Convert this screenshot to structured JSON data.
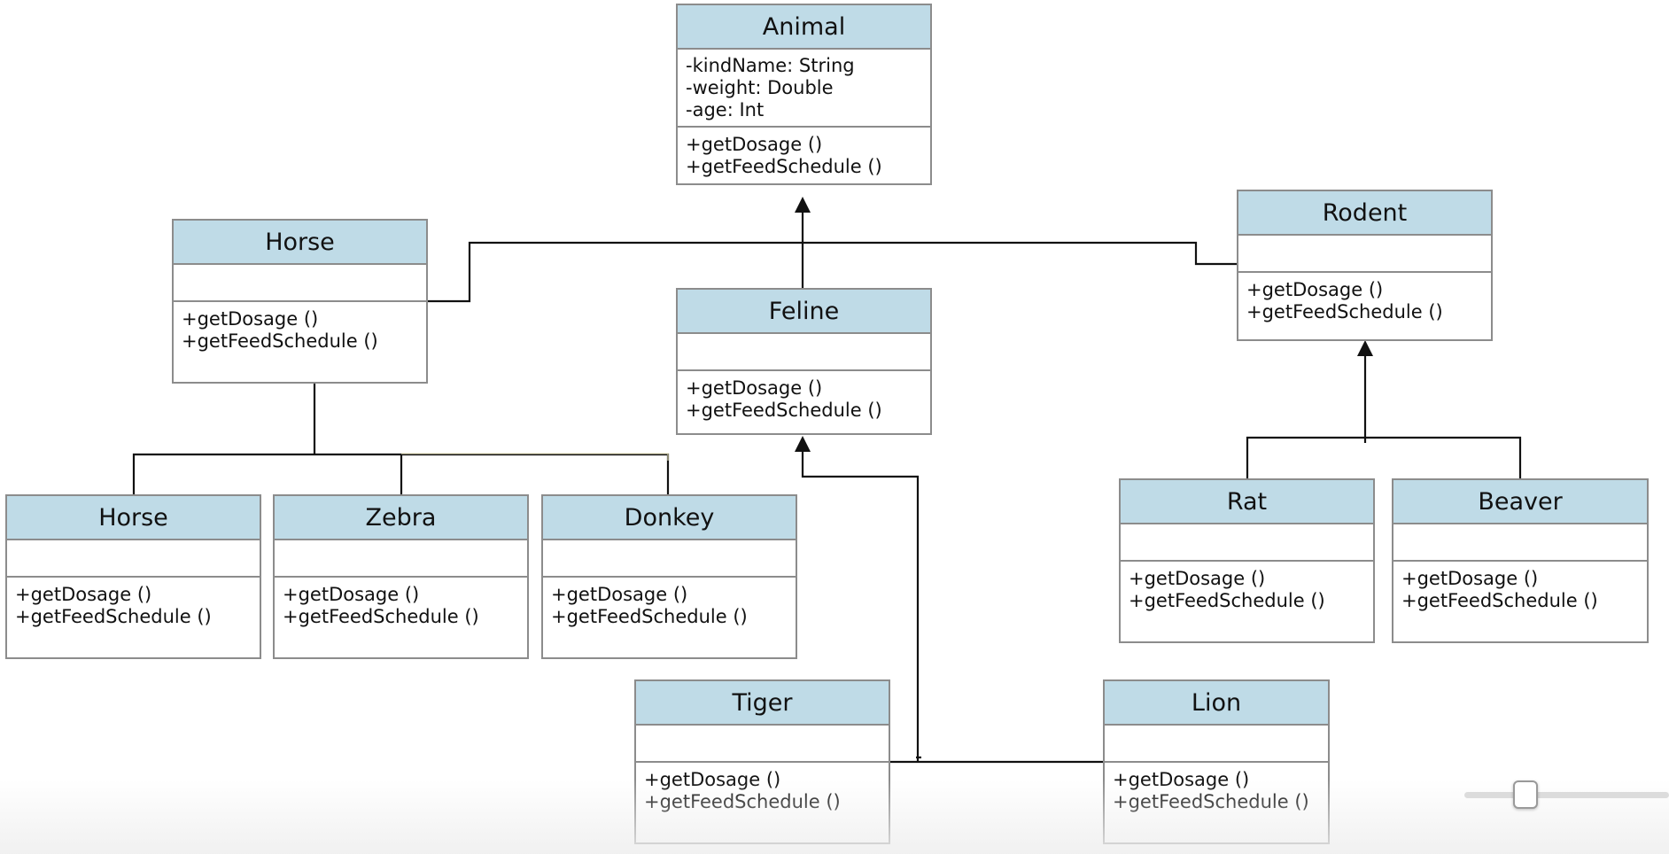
{
  "diagram": {
    "classes": {
      "animal": {
        "name": "Animal",
        "attributes": [
          "-kindName: String",
          "-weight: Double",
          "-age: Int"
        ],
        "operations": [
          "+getDosage ()",
          "+getFeedSchedule ()"
        ]
      },
      "horse_parent": {
        "name": "Horse",
        "attributes": [],
        "operations": [
          "+getDosage ()",
          "+getFeedSchedule ()"
        ]
      },
      "feline": {
        "name": "Feline",
        "attributes": [],
        "operations": [
          "+getDosage ()",
          "+getFeedSchedule ()"
        ]
      },
      "rodent": {
        "name": "Rodent",
        "attributes": [],
        "operations": [
          "+getDosage ()",
          "+getFeedSchedule ()"
        ]
      },
      "horse_child": {
        "name": "Horse",
        "attributes": [],
        "operations": [
          "+getDosage ()",
          "+getFeedSchedule ()"
        ]
      },
      "zebra": {
        "name": "Zebra",
        "attributes": [],
        "operations": [
          "+getDosage ()",
          "+getFeedSchedule ()"
        ]
      },
      "donkey": {
        "name": "Donkey",
        "attributes": [],
        "operations": [
          "+getDosage ()",
          "+getFeedSchedule ()"
        ]
      },
      "rat": {
        "name": "Rat",
        "attributes": [],
        "operations": [
          "+getDosage ()",
          "+getFeedSchedule ()"
        ]
      },
      "beaver": {
        "name": "Beaver",
        "attributes": [],
        "operations": [
          "+getDosage ()",
          "+getFeedSchedule ()"
        ]
      },
      "tiger": {
        "name": "Tiger",
        "attributes": [],
        "operations": [
          "+getDosage ()",
          "+getFeedSchedule ()"
        ]
      },
      "lion": {
        "name": "Lion",
        "attributes": [],
        "operations": [
          "+getDosage ()",
          "+getFeedSchedule ()"
        ]
      }
    },
    "inheritance": [
      {
        "child": "horse_parent",
        "parent": "animal"
      },
      {
        "child": "feline",
        "parent": "animal"
      },
      {
        "child": "rodent",
        "parent": "animal"
      },
      {
        "child": "horse_child",
        "parent": "horse_parent"
      },
      {
        "child": "zebra",
        "parent": "horse_parent"
      },
      {
        "child": "donkey",
        "parent": "horse_parent"
      },
      {
        "child": "rat",
        "parent": "rodent"
      },
      {
        "child": "beaver",
        "parent": "rodent"
      },
      {
        "child": "tiger",
        "parent": "feline"
      },
      {
        "child": "lion",
        "parent": "feline"
      }
    ]
  },
  "zoom_slider": {
    "value": 0.3
  },
  "colors": {
    "header_fill": "#bfdbe7",
    "box_border": "#8c8c8c",
    "connector": "#111111"
  }
}
